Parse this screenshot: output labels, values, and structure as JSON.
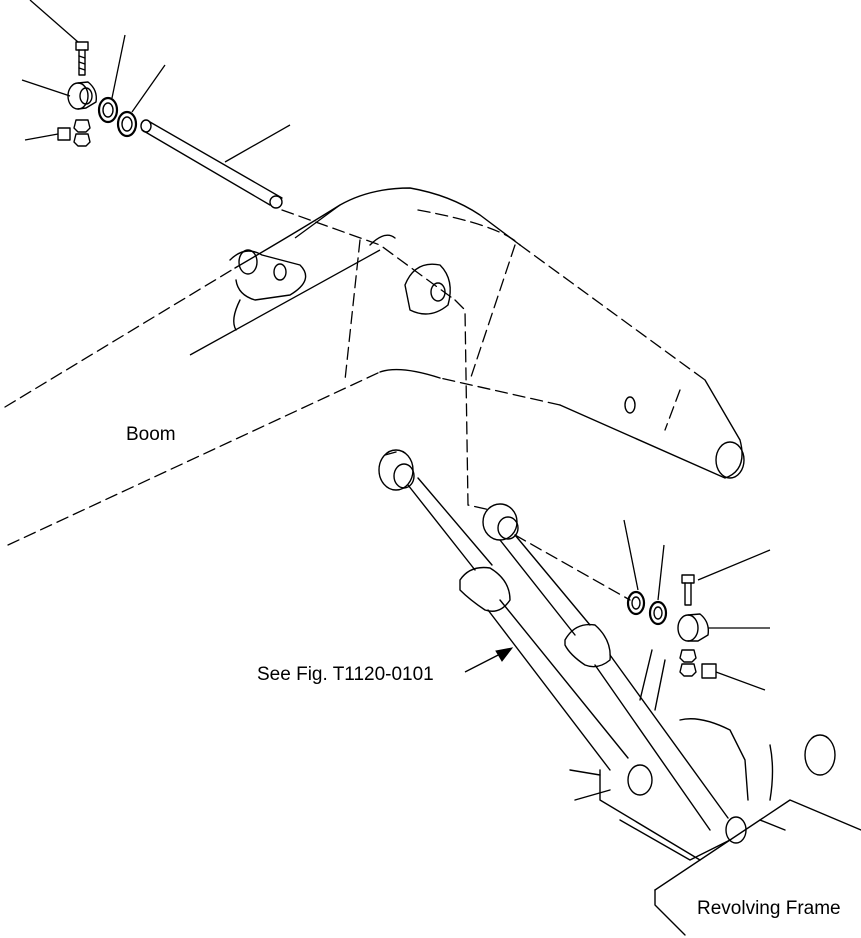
{
  "labels": {
    "boom": "Boom",
    "see_fig": "See Fig.  T1120-0101",
    "revolving_frame": "Revolving Frame"
  },
  "colors": {
    "ink": "#000000",
    "paper": "#ffffff"
  }
}
